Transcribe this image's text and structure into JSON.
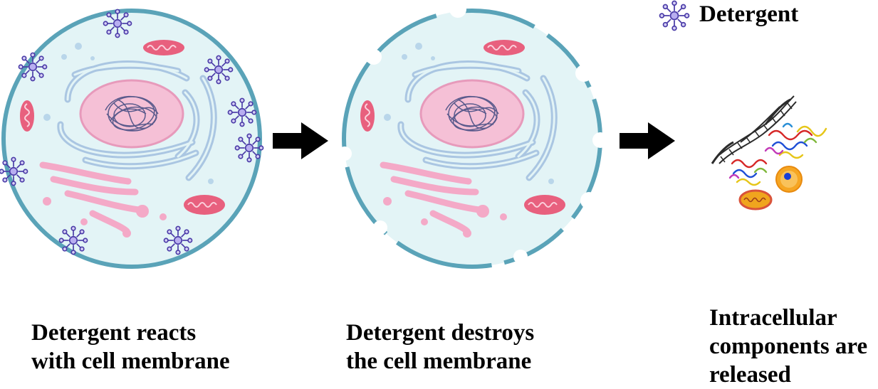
{
  "legend": {
    "label": "Detergent",
    "icon": "detergent-micelle-icon"
  },
  "steps": [
    {
      "caption_lines": [
        "Detergent reacts",
        "with cell membrane"
      ],
      "stage": "intact-cell-with-detergent"
    },
    {
      "caption_lines": [
        "Detergent destroys",
        "the cell membrane"
      ],
      "stage": "damaged-membrane-cell"
    },
    {
      "caption_lines": [
        "Intracellular",
        "components are",
        "released"
      ],
      "stage": "released-components"
    }
  ],
  "colors": {
    "membrane": "#5aa3b8",
    "cytoplasm": "#e3f4f6",
    "nucleus": "#f2b8cf",
    "chromatin": "#5a5a8c",
    "er": "#b7d0e8",
    "golgi": "#f4a9c7",
    "mitochondria": "#e8607e",
    "detergent": "#6a5acd",
    "arrow": "#000000"
  }
}
